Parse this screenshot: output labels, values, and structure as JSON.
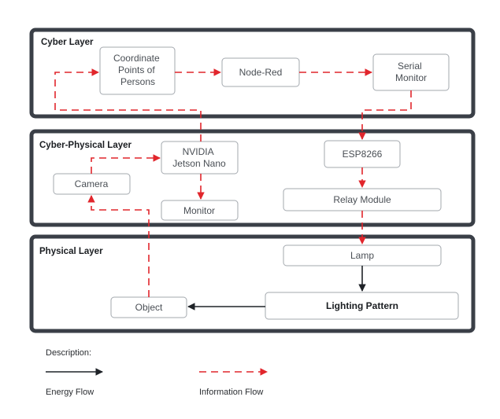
{
  "layers": {
    "cyber": {
      "title": "Cyber Layer"
    },
    "cyber_physical": {
      "title": "Cyber-Physical Layer"
    },
    "physical": {
      "title": "Physical Layer"
    }
  },
  "nodes": {
    "coordinate": {
      "lines": [
        "Coordinate",
        "Points of",
        "Persons"
      ]
    },
    "node_red": {
      "lines": [
        "Node-Red"
      ]
    },
    "serial_monitor": {
      "lines": [
        "Serial",
        "Monitor"
      ]
    },
    "nvidia": {
      "lines": [
        "NVIDIA",
        "Jetson Nano"
      ]
    },
    "esp8266": {
      "lines": [
        "ESP8266"
      ]
    },
    "camera": {
      "lines": [
        "Camera"
      ]
    },
    "monitor": {
      "lines": [
        "Monitor"
      ]
    },
    "relay": {
      "lines": [
        "Relay Module"
      ]
    },
    "lamp": {
      "lines": [
        "Lamp"
      ]
    },
    "lighting": {
      "lines": [
        "Lighting Pattern"
      ]
    },
    "object": {
      "lines": [
        "Object"
      ]
    }
  },
  "legend": {
    "title": "Description:",
    "energy_label": "Energy Flow",
    "info_label": "Information Flow"
  },
  "colors": {
    "layer_border": "#3a3f47",
    "node_border": "#a3a8ae",
    "info_flow": "#e1262c",
    "energy_flow": "#1f2328"
  }
}
